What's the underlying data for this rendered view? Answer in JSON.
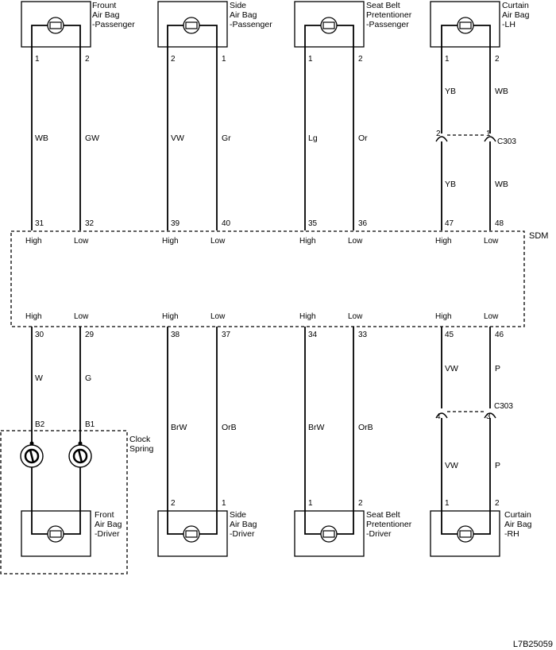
{
  "diagram": {
    "code": "L7B25059",
    "sdm_label": "SDM",
    "connector_c303": "C303",
    "clock_spring": [
      "Clock",
      "Spring"
    ],
    "top_components": [
      {
        "name": [
          "Frount",
          "Air Bag",
          "-Passenger"
        ],
        "pins": [
          "1",
          "2"
        ],
        "wires": [
          "WB",
          "GW"
        ],
        "sdm_pins": [
          "31",
          "32"
        ],
        "sdm_labels": [
          "High",
          "Low"
        ]
      },
      {
        "name": [
          "Side",
          "Air Bag",
          "-Passenger"
        ],
        "pins": [
          "2",
          "1"
        ],
        "wires": [
          "VW",
          "Gr"
        ],
        "sdm_pins": [
          "39",
          "40"
        ],
        "sdm_labels": [
          "High",
          "Low"
        ]
      },
      {
        "name": [
          "Seat Belt",
          "Pretentioner",
          "-Passenger"
        ],
        "pins": [
          "1",
          "2"
        ],
        "wires": [
          "Lg",
          "Or"
        ],
        "sdm_pins": [
          "35",
          "36"
        ],
        "sdm_labels": [
          "High",
          "Low"
        ]
      },
      {
        "name": [
          "Curtain",
          "Air Bag",
          "-LH"
        ],
        "pins": [
          "1",
          "2"
        ],
        "wires_upper": [
          "YB",
          "WB"
        ],
        "connector_pins": [
          "2",
          "1"
        ],
        "wires_lower": [
          "YB",
          "WB"
        ],
        "sdm_pins": [
          "47",
          "48"
        ],
        "sdm_labels": [
          "High",
          "Low"
        ]
      }
    ],
    "bottom_components": [
      {
        "name": [
          "Front",
          "Air Bag",
          "-Driver"
        ],
        "sdm_labels": [
          "High",
          "Low"
        ],
        "sdm_pins": [
          "30",
          "29"
        ],
        "wires": [
          "W",
          "G"
        ],
        "spring_pins": [
          "B2",
          "B1"
        ]
      },
      {
        "name": [
          "Side",
          "Air Bag",
          "-Driver"
        ],
        "sdm_labels": [
          "High",
          "Low"
        ],
        "sdm_pins": [
          "38",
          "37"
        ],
        "wires": [
          "BrW",
          "OrB"
        ],
        "pins": [
          "2",
          "1"
        ]
      },
      {
        "name": [
          "Seat Belt",
          "Pretentioner",
          "-Driver"
        ],
        "sdm_labels": [
          "High",
          "Low"
        ],
        "sdm_pins": [
          "34",
          "33"
        ],
        "wires": [
          "BrW",
          "OrB"
        ],
        "pins": [
          "1",
          "2"
        ]
      },
      {
        "name": [
          "Curtain",
          "Air Bag",
          "-RH"
        ],
        "sdm_labels": [
          "High",
          "Low"
        ],
        "sdm_pins": [
          "45",
          "46"
        ],
        "wires_upper": [
          "VW",
          "P"
        ],
        "connector_pins": [
          "4",
          "3"
        ],
        "wires_lower": [
          "VW",
          "P"
        ],
        "pins": [
          "1",
          "2"
        ]
      }
    ]
  }
}
